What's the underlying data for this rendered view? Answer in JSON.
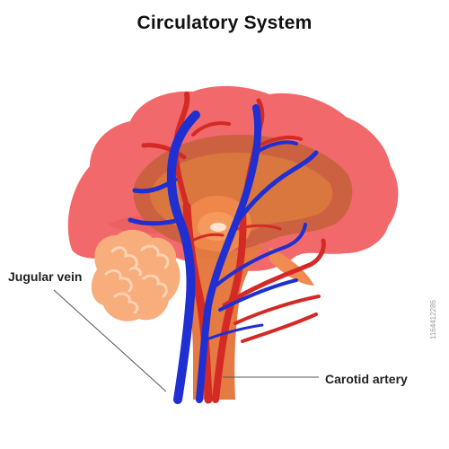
{
  "title": "Circulatory System",
  "labels": {
    "jugular_vein": "Jugular vein",
    "carotid_artery": "Carotid artery"
  },
  "stock_id": "1164412286",
  "colors": {
    "cerebrum": "#f2696b",
    "cerebrum_shadow": "#e85a5e",
    "inner_brain": "#d9773f",
    "inner_brain_dark": "#c4603a",
    "midbrain": "#f0874a",
    "cerebellum": "#f8ad7c",
    "cerebellum_detail": "#fcd3b2",
    "artery": "#d32a26",
    "vein": "#1f2fd1",
    "leader_line": "#555555"
  }
}
